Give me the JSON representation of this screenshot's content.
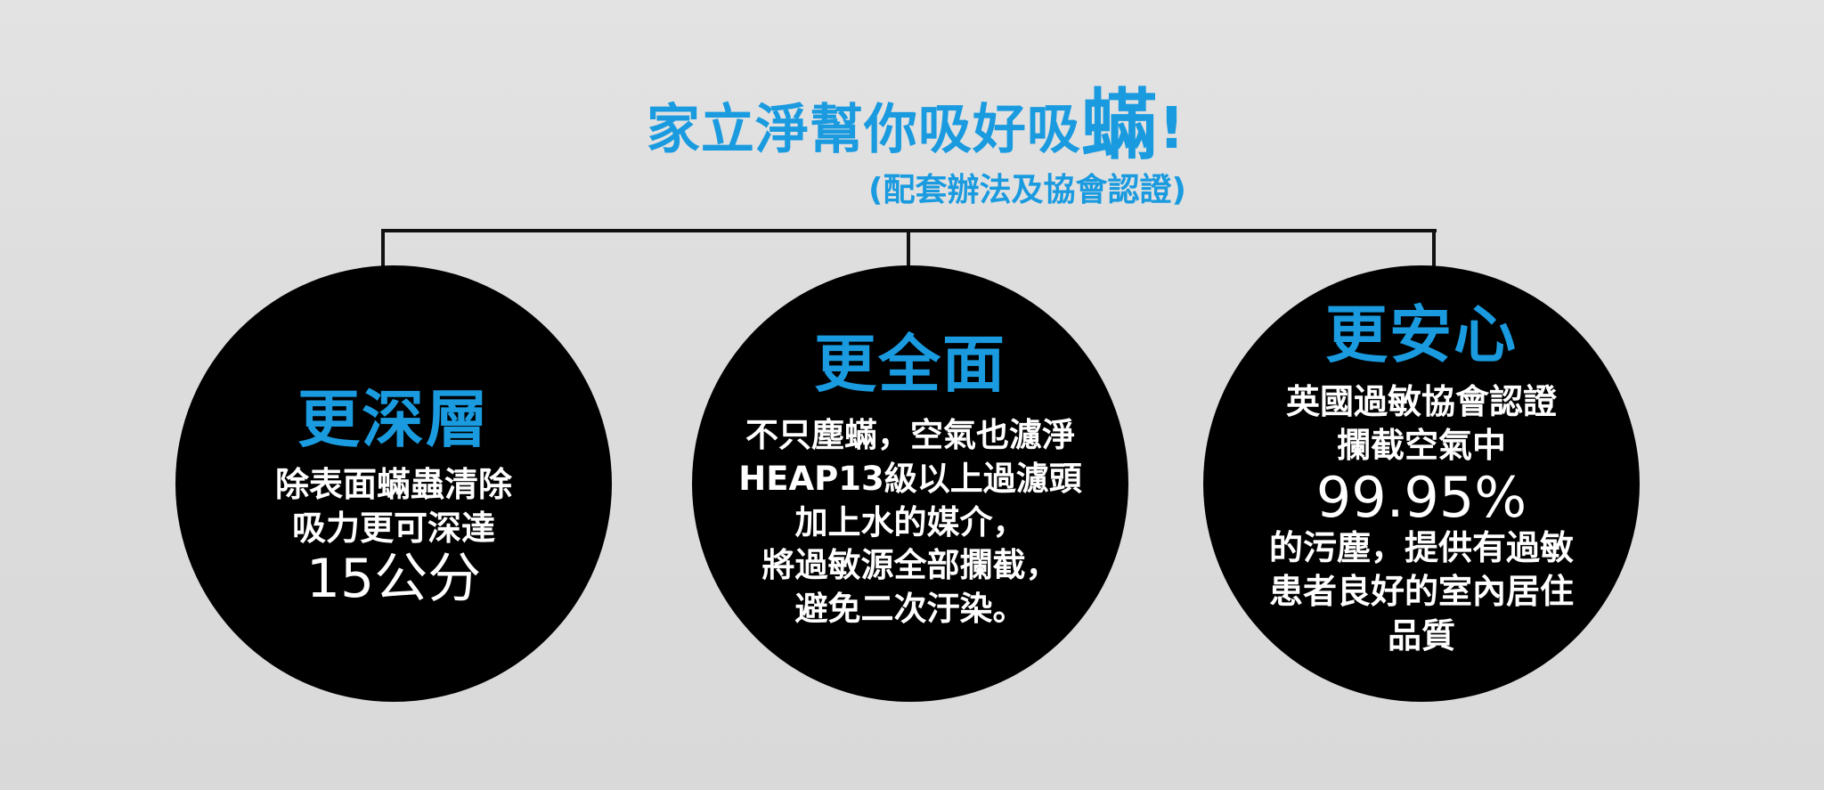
{
  "header": {
    "title_prefix": "家立淨幫你吸好吸",
    "title_emphasis": "蟎",
    "title_suffix": "!",
    "subtitle": "(配套辦法及協會認證)"
  },
  "colors": {
    "accent": "#1a9be0",
    "circle": "#000000",
    "text_on_circle": "#ffffff",
    "background": "#dcdcdc",
    "connector": "#111111"
  },
  "panels": [
    {
      "heading": "更深層",
      "lines": [
        "除表面蟎蟲清除",
        "吸力更可深達"
      ],
      "highlight": "15公分"
    },
    {
      "heading": "更全面",
      "lines": [
        "不只塵蟎，空氣也濾淨",
        "HEAP13級以上過濾頭",
        "加上水的媒介，",
        "將過敏源全部攔截，",
        "避免二次汙染。"
      ]
    },
    {
      "heading": "更安心",
      "lines_before": [
        "英國過敏協會認證",
        "攔截空氣中"
      ],
      "highlight": "99.95%",
      "lines_after": [
        "的污塵，提供有過敏",
        "患者良好的室內居住",
        "品質"
      ]
    }
  ]
}
